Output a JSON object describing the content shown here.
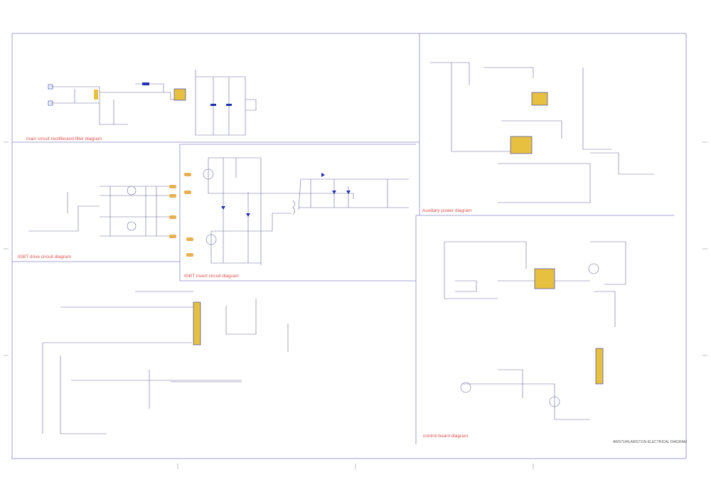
{
  "sections": {
    "main": {
      "label": "main circuit rectifierand filter diagram"
    },
    "drive": {
      "label": "IGBT drive circuit diagram"
    },
    "invert": {
      "label": "IGBT invert circuit diagram"
    },
    "aux": {
      "label": "Auxiliary power diagram"
    },
    "control": {
      "label": "control board diagram"
    }
  },
  "title_block": {
    "title": "AWS714N,AWS711N ELECTRICAL DIAGRAM"
  },
  "colors": {
    "frame": "#8080c8",
    "wire": "#6a6a9a",
    "component": "#2030b0",
    "label": "#e0504a",
    "connector": "#d8a040"
  }
}
